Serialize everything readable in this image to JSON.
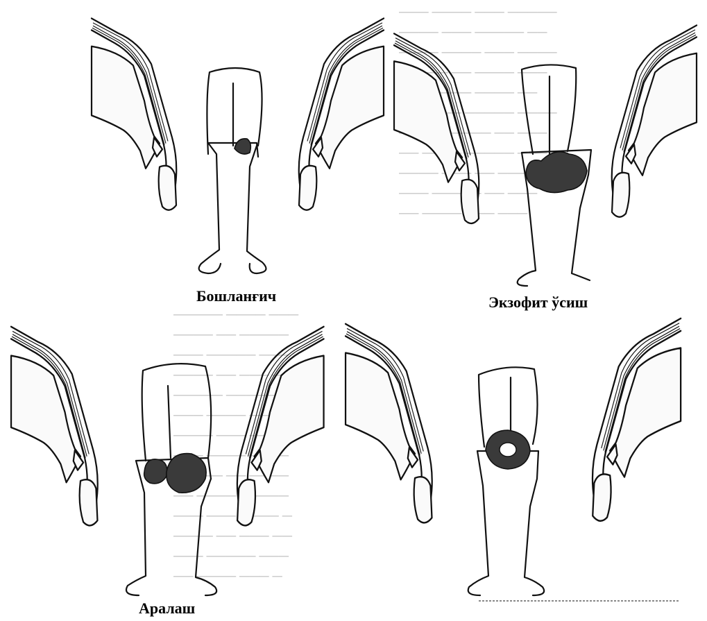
{
  "figure": {
    "panels": [
      {
        "id": "top-left",
        "caption": "Бошланғич"
      },
      {
        "id": "top-right",
        "caption": "Экзофит ўсиш"
      },
      {
        "id": "bottom-left",
        "caption": "Аралаш"
      },
      {
        "id": "bottom-right",
        "caption": ""
      }
    ]
  },
  "colors": {
    "ink": "#111111",
    "paper": "#ffffff",
    "bleed": "#c9c9c9"
  }
}
